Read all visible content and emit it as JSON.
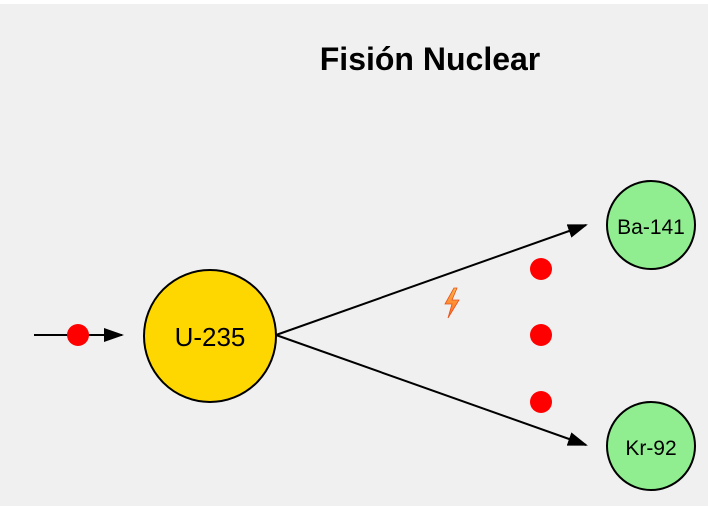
{
  "title": "Fisión Nuclear",
  "nodes": {
    "uranium": {
      "label": "U-235",
      "color": "#ffd700"
    },
    "barium": {
      "label": "Ba-141",
      "color": "#90ee90"
    },
    "krypton": {
      "label": "Kr-92",
      "color": "#90ee90"
    }
  },
  "neutron_color": "#ff0000",
  "energy_icon": "lightning-bolt",
  "background_color": "#f0f0f0"
}
